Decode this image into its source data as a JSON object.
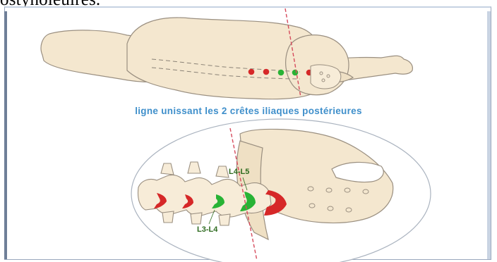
{
  "header_fragment": "ostyholeuires.",
  "caption": "ligne unissant les 2 crêtes iliaques postérieures",
  "labels": {
    "upper_level": "L4-L5",
    "lower_level": "L3-L4"
  },
  "colors": {
    "caption": "#3f8fcb",
    "body_fill": "#f4e7cf",
    "outline": "#9a8f80",
    "dashed_line": "#d64b5d",
    "red_marker": "#d62828",
    "green_marker": "#28b335",
    "label_text": "#2e6b1f"
  }
}
